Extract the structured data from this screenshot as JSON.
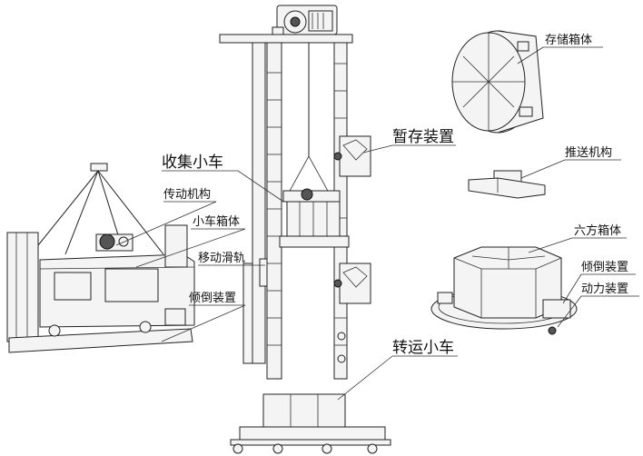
{
  "labels": {
    "collector_cart": "收集小车",
    "transmission": "传动机构",
    "cart_box": "小车箱体",
    "moving_rail": "移动滑轨",
    "tilting_device_left": "倾倒装置",
    "temporary_storage": "暂存装置",
    "transfer_cart": "转运小车",
    "storage_box": "存储箱体",
    "push_mechanism": "推送机构",
    "hexagonal_box": "六方箱体",
    "tilting_device_right": "倾倒装置",
    "power_device": "动力装置"
  }
}
